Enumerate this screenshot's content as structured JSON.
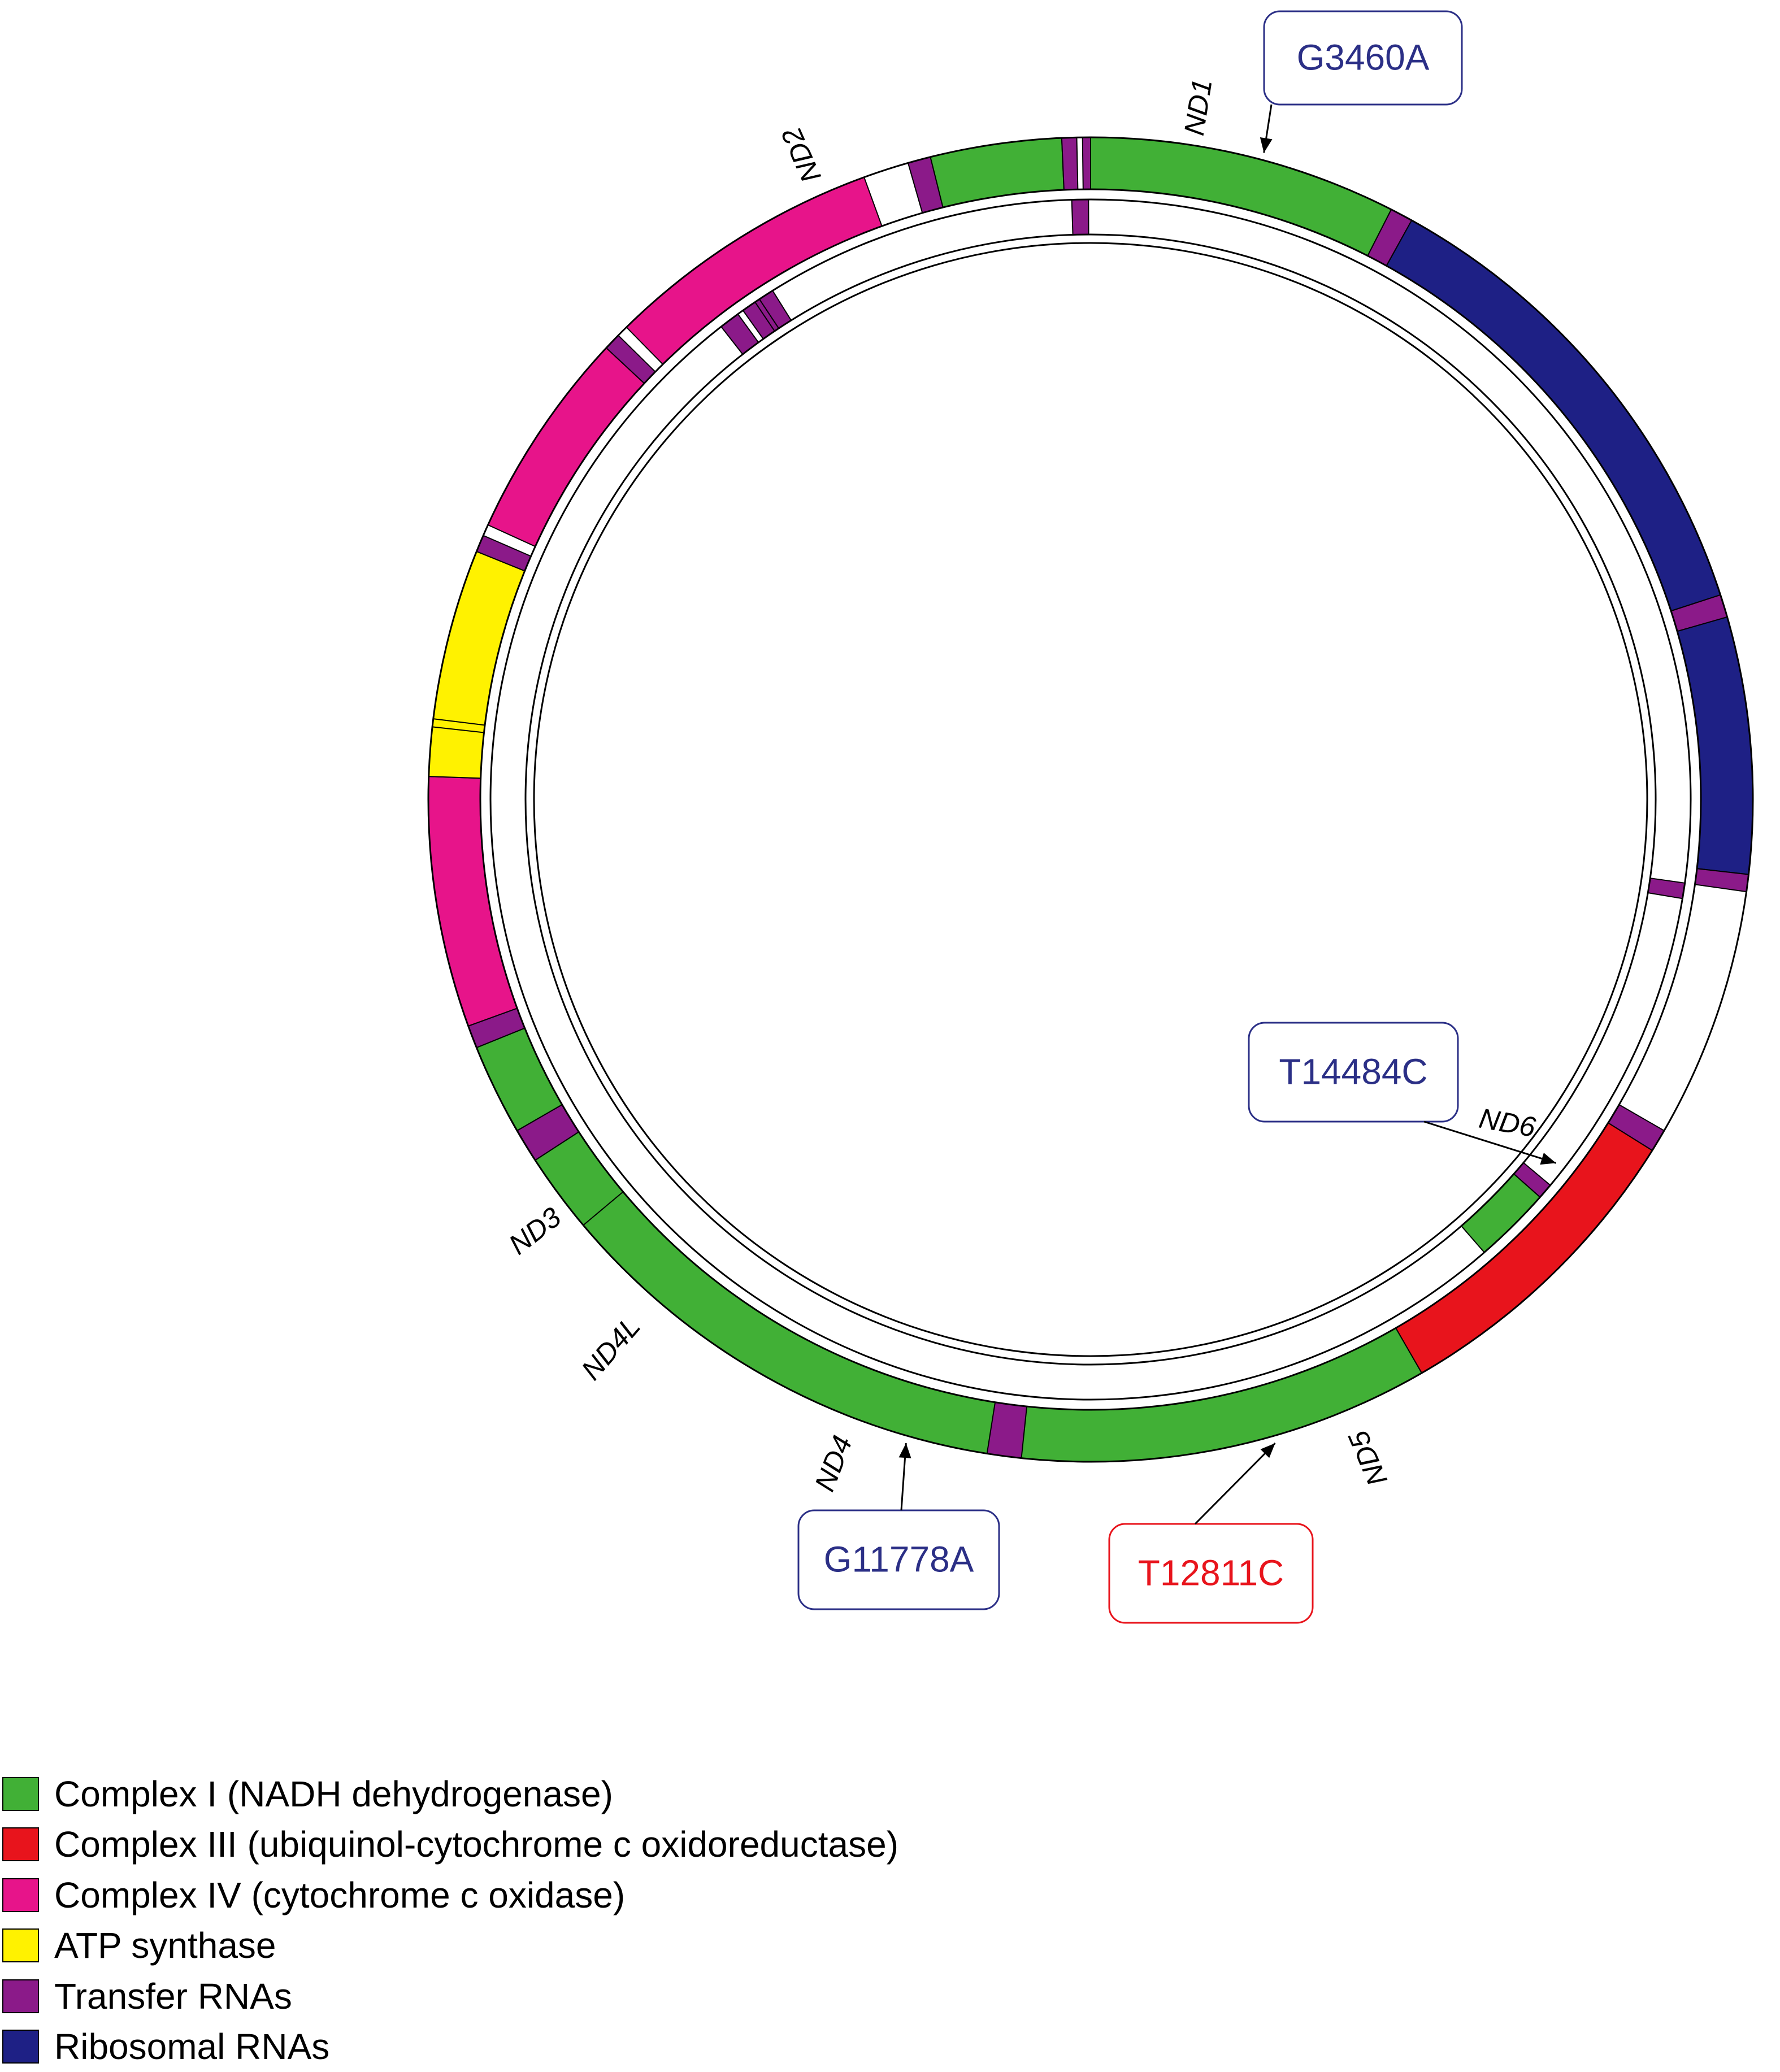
{
  "colors": {
    "complex_i": "#41b036",
    "complex_iii": "#e8141c",
    "complex_iv": "#e7148a",
    "atp": "#fff200",
    "trna": "#8b1a89",
    "rrna": "#1e2085",
    "navy_text": "#2b2f86",
    "red_text": "#e8141c"
  },
  "gene_labels": [
    {
      "text": "ND1",
      "angle": 9
    },
    {
      "text": "ND2",
      "angle": -24
    },
    {
      "text": "ND3",
      "angle": -128
    },
    {
      "text": "ND4L",
      "angle": -139
    },
    {
      "text": "ND4",
      "angle": -159
    },
    {
      "text": "ND5",
      "angle": 157
    },
    {
      "text": "ND6",
      "angle": 128
    }
  ],
  "mutations": [
    {
      "label": "G3460A",
      "color": "navy",
      "angle": 15
    },
    {
      "label": "T14484C",
      "color": "navy",
      "angle": 128
    },
    {
      "label": "G11778A",
      "color": "navy",
      "angle": -167
    },
    {
      "label": "T12811C",
      "color": "red",
      "angle": 165
    }
  ],
  "legend": [
    {
      "label": "Complex I (NADH dehydrogenase)",
      "color": "#41b036"
    },
    {
      "label": "Complex III (ubiquinol-cytochrome c oxidoreductase)",
      "color": "#e8141c"
    },
    {
      "label": "Complex IV (cytochrome c oxidase)",
      "color": "#e7148a"
    },
    {
      "label": "ATP synthase",
      "color": "#fff200"
    },
    {
      "label": "Transfer RNAs",
      "color": "#8b1a89"
    },
    {
      "label": "Ribosomal RNAs",
      "color": "#1e2085"
    }
  ]
}
